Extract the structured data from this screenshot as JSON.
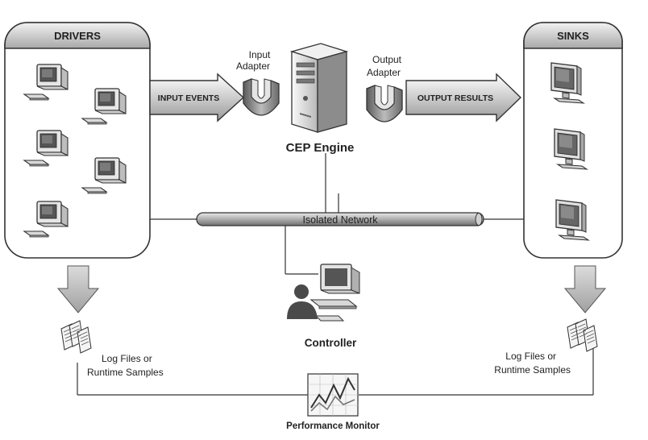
{
  "drivers": {
    "title": "DRIVERS"
  },
  "sinks": {
    "title": "SINKS"
  },
  "input_events_label": "INPUT EVENTS",
  "output_results_label": "OUTPUT RESULTS",
  "input_adapter": {
    "line1": "Input",
    "line2": "Adapter"
  },
  "output_adapter": {
    "line1": "Output",
    "line2": "Adapter"
  },
  "cep_engine_label": "CEP Engine",
  "network_label": "Isolated Network",
  "controller_label": "Controller",
  "log_left": {
    "line1": "Log Files or",
    "line2": "Runtime Samples"
  },
  "log_right": {
    "line1": "Log Files or",
    "line2": "Runtime Samples"
  },
  "performance_monitor_label": "Performance Monitor",
  "icons": {
    "drivers": "desktop-computer-icon",
    "sinks": "monitor-icon",
    "engine": "server-tower-icon",
    "adapter": "adapter-icon",
    "controller": "user-workstation-icon",
    "logs": "document-stack-icon",
    "monitor": "line-chart-icon"
  }
}
